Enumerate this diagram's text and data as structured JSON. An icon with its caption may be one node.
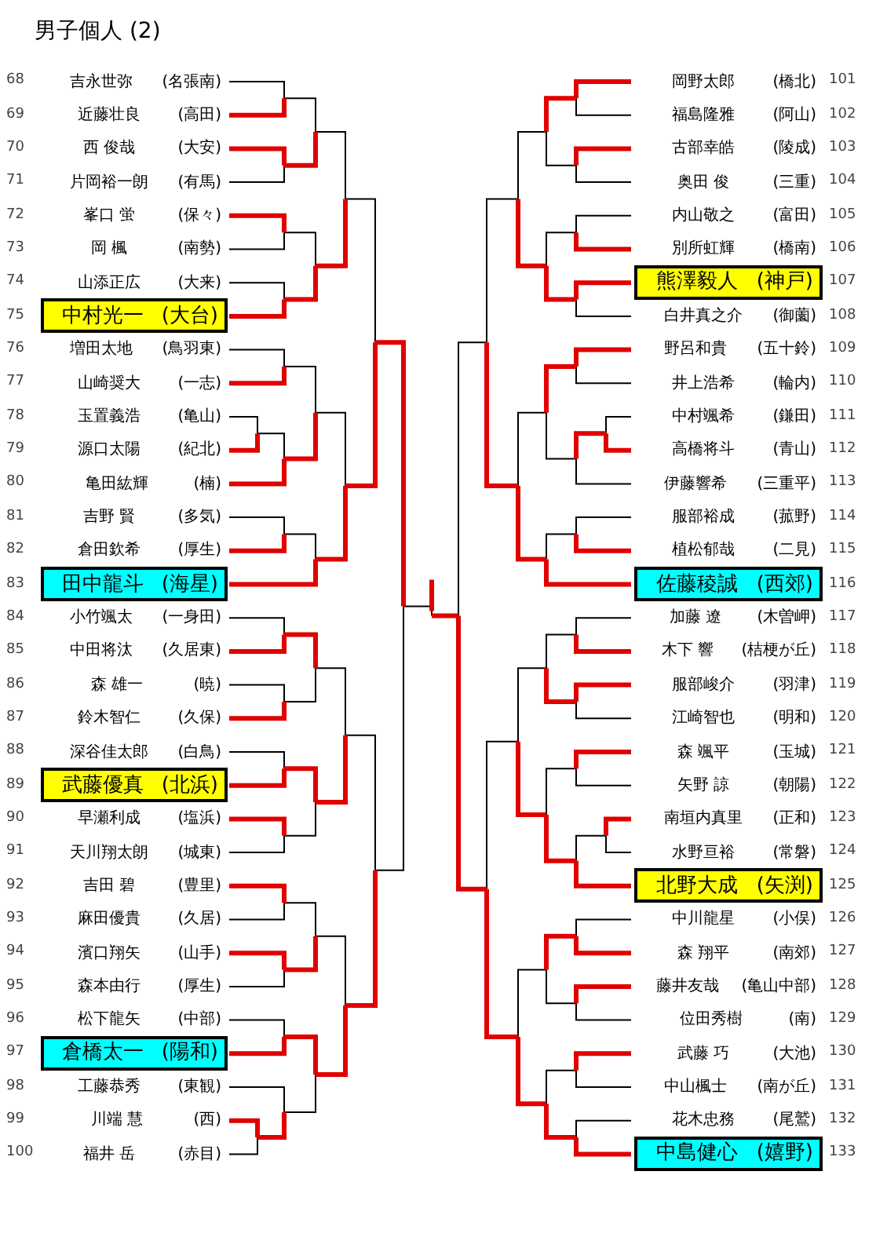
{
  "diagram": {
    "title": "男子個人 (2)",
    "nodes": [
      {
        "text": [
          "吉永世弥",
          "(名張南)"
        ],
        "beside": [
          "68"
        ]
      },
      {
        "text": [
          "近藤壮良",
          "(高田)"
        ],
        "beside": [
          "69"
        ]
      },
      {
        "text": [
          "西 俊哉",
          "(大安)"
        ],
        "beside": [
          "70"
        ]
      },
      {
        "text": [
          "片岡裕一朗",
          "(有馬)"
        ],
        "beside": [
          "71"
        ]
      },
      {
        "text": [
          "峯口 蛍",
          "(保々)"
        ],
        "beside": [
          "72"
        ]
      },
      {
        "text": [
          "岡 楓",
          "(南勢)"
        ],
        "beside": [
          "73"
        ]
      },
      {
        "text": [
          "山添正広",
          "(大来)"
        ],
        "beside": [
          "74"
        ]
      },
      {
        "text": [
          "中村光一",
          "(大台)"
        ],
        "beside": [
          "75"
        ]
      },
      {
        "text": [
          "増田太地",
          "(鳥羽東)"
        ],
        "beside": [
          "76"
        ]
      },
      {
        "text": [
          "山崎奨大",
          "(一志)"
        ],
        "beside": [
          "77"
        ]
      },
      {
        "text": [
          "玉置義浩",
          "(亀山)"
        ],
        "beside": [
          "78"
        ]
      },
      {
        "text": [
          "源口太陽",
          "(紀北)"
        ],
        "beside": [
          "79"
        ]
      },
      {
        "text": [
          "亀田紘輝",
          "(楠)"
        ],
        "beside": [
          "80"
        ]
      },
      {
        "text": [
          "吉野 賢",
          "(多気)"
        ],
        "beside": [
          "81"
        ]
      },
      {
        "text": [
          "倉田欽希",
          "(厚生)"
        ],
        "beside": [
          "82"
        ]
      },
      {
        "text": [
          "田中龍斗",
          "(海星)"
        ],
        "beside": [
          "83"
        ]
      },
      {
        "text": [
          "小竹颯太",
          "(一身田)"
        ],
        "beside": [
          "84"
        ]
      },
      {
        "text": [
          "中田将汰",
          "(久居東)"
        ],
        "beside": [
          "85"
        ]
      },
      {
        "text": [
          "森 雄一",
          "(暁)"
        ],
        "beside": [
          "86"
        ]
      },
      {
        "text": [
          "鈴木智仁",
          "(久保)"
        ],
        "beside": [
          "87"
        ]
      },
      {
        "text": [
          "深谷佳太郎",
          "(白鳥)"
        ],
        "beside": [
          "88"
        ]
      },
      {
        "text": [
          "武藤優真",
          "(北浜)"
        ],
        "beside": [
          "89"
        ]
      },
      {
        "text": [
          "早瀬利成",
          "(塩浜)"
        ],
        "beside": [
          "90"
        ]
      },
      {
        "text": [
          "天川翔太朗",
          "(城東)"
        ],
        "beside": [
          "91"
        ]
      },
      {
        "text": [
          "吉田 碧",
          "(豊里)"
        ],
        "beside": [
          "92"
        ]
      },
      {
        "text": [
          "麻田優貴",
          "(久居)"
        ],
        "beside": [
          "93"
        ]
      },
      {
        "text": [
          "濱口翔矢",
          "(山手)"
        ],
        "beside": [
          "94"
        ]
      },
      {
        "text": [
          "森本由行",
          "(厚生)"
        ],
        "beside": [
          "95"
        ]
      },
      {
        "text": [
          "松下龍矢",
          "(中部)"
        ],
        "beside": [
          "96"
        ]
      },
      {
        "text": [
          "倉橋太一",
          "(陽和)"
        ],
        "beside": [
          "97"
        ]
      },
      {
        "text": [
          "工藤恭秀",
          "(東観)"
        ],
        "beside": [
          "98"
        ]
      },
      {
        "text": [
          "川端 慧",
          "(西)"
        ],
        "beside": [
          "99"
        ]
      },
      {
        "text": [
          "福井 岳",
          "(赤目)"
        ],
        "beside": [
          "100"
        ]
      },
      {
        "text": [
          "岡野太郎",
          "(橋北)"
        ],
        "beside": [
          "101"
        ]
      },
      {
        "text": [
          "福島隆雅",
          "(阿山)"
        ],
        "beside": [
          "102"
        ]
      },
      {
        "text": [
          "古部幸皓",
          "(陵成)"
        ],
        "beside": [
          "103"
        ]
      },
      {
        "text": [
          "奥田 俊",
          "(三重)"
        ],
        "beside": [
          "104"
        ]
      },
      {
        "text": [
          "内山敬之",
          "(富田)"
        ],
        "beside": [
          "105"
        ]
      },
      {
        "text": [
          "別所虹輝",
          "(橋南)"
        ],
        "beside": [
          "106"
        ]
      },
      {
        "text": [
          "熊澤毅人",
          "(神戸)"
        ],
        "beside": [
          "107"
        ]
      },
      {
        "text": [
          "白井真之介",
          "(御薗)"
        ],
        "beside": [
          "108"
        ]
      },
      {
        "text": [
          "野呂和貴",
          "(五十鈴)"
        ],
        "beside": [
          "109"
        ]
      },
      {
        "text": [
          "井上浩希",
          "(輪内)"
        ],
        "beside": [
          "110"
        ]
      },
      {
        "text": [
          "中村颯希",
          "(鎌田)"
        ],
        "beside": [
          "111"
        ]
      },
      {
        "text": [
          "高橋将斗",
          "(青山)"
        ],
        "beside": [
          "112"
        ]
      },
      {
        "text": [
          "伊藤響希",
          "(三重平)"
        ],
        "beside": [
          "113"
        ]
      },
      {
        "text": [
          "服部裕成",
          "(菰野)"
        ],
        "beside": [
          "114"
        ]
      },
      {
        "text": [
          "植松郁哉",
          "(二見)"
        ],
        "beside": [
          "115"
        ]
      },
      {
        "text": [
          "佐藤稜誠",
          "(西郊)"
        ],
        "beside": [
          "116"
        ]
      },
      {
        "text": [
          "加藤 遼",
          "(木曽岬)"
        ],
        "beside": [
          "117"
        ]
      },
      {
        "text": [
          "木下 響",
          "(桔梗が丘)"
        ],
        "beside": [
          "118"
        ]
      },
      {
        "text": [
          "服部峻介",
          "(羽津)"
        ],
        "beside": [
          "119"
        ]
      },
      {
        "text": [
          "江崎智也",
          "(明和)"
        ],
        "beside": [
          "120"
        ]
      },
      {
        "text": [
          "森 颯平",
          "(玉城)"
        ],
        "beside": [
          "121"
        ]
      },
      {
        "text": [
          "矢野 諒",
          "(朝陽)"
        ],
        "beside": [
          "122"
        ]
      },
      {
        "text": [
          "南垣内真里",
          "(正和)"
        ],
        "beside": [
          "123"
        ]
      },
      {
        "text": [
          "水野亘裕",
          "(常磐)"
        ],
        "beside": [
          "124"
        ]
      },
      {
        "text": [
          "北野大成",
          "(矢渕)"
        ],
        "beside": [
          "125"
        ]
      },
      {
        "text": [
          "中川龍星",
          "(小俣)"
        ],
        "beside": [
          "126"
        ]
      },
      {
        "text": [
          "森 翔平",
          "(南郊)"
        ],
        "beside": [
          "127"
        ]
      },
      {
        "text": [
          "藤井友哉",
          "(亀山中部)"
        ],
        "beside": [
          "128"
        ]
      },
      {
        "text": [
          "位田秀樹",
          "(南)"
        ],
        "beside": [
          "129"
        ]
      },
      {
        "text": [
          "武藤 巧",
          "(大池)"
        ],
        "beside": [
          "130"
        ]
      },
      {
        "text": [
          "中山楓士",
          "(南が丘)"
        ],
        "beside": [
          "131"
        ]
      },
      {
        "text": [
          "花木忠務",
          "(尾鷲)"
        ],
        "beside": [
          "132"
        ]
      },
      {
        "text": [
          "中島健心",
          "(嬉野)"
        ],
        "beside": [
          "133"
        ]
      }
    ]
  }
}
